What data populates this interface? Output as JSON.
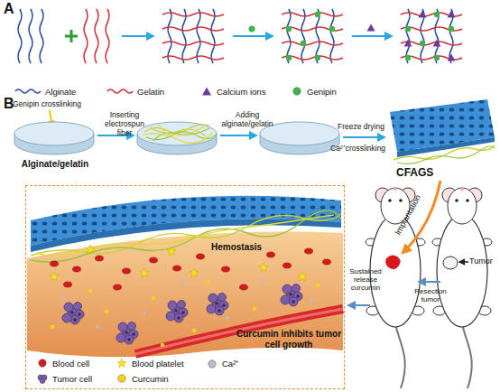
{
  "diagram": {
    "nodes": [
      {
        "text": [
          "Alginate/gelatin"
        ]
      },
      {
        "text": [
          "CFAGS"
        ]
      },
      {
        "text": [
          "Hemostasis",
          "Curcumin inhibits tumor cell growth"
        ]
      }
    ],
    "labels": [
      "A",
      "B",
      "Genipin crosslinking",
      "Inserting electrospun fiber",
      "Adding alginate/gelatin",
      "Freeze drying",
      "Ca²⁺crosslinking",
      "Implantation",
      "Tumor",
      "Resection tumor",
      "Sustained release curcumin"
    ],
    "legend": [
      {
        "text": "Alginate"
      },
      {
        "text": "Gelatin"
      },
      {
        "text": "Calcium ions"
      },
      {
        "text": "Genipin",
        "color": "#3cb44b"
      },
      {
        "text": "Blood cell",
        "color": "#d7191c"
      },
      {
        "text": "Blood platelet"
      },
      {
        "text": "Ca²⁺",
        "color": "#b8bccb"
      },
      {
        "text": "Tumor cell"
      },
      {
        "text": "Curcumin",
        "color": "#f5d31a"
      }
    ]
  }
}
